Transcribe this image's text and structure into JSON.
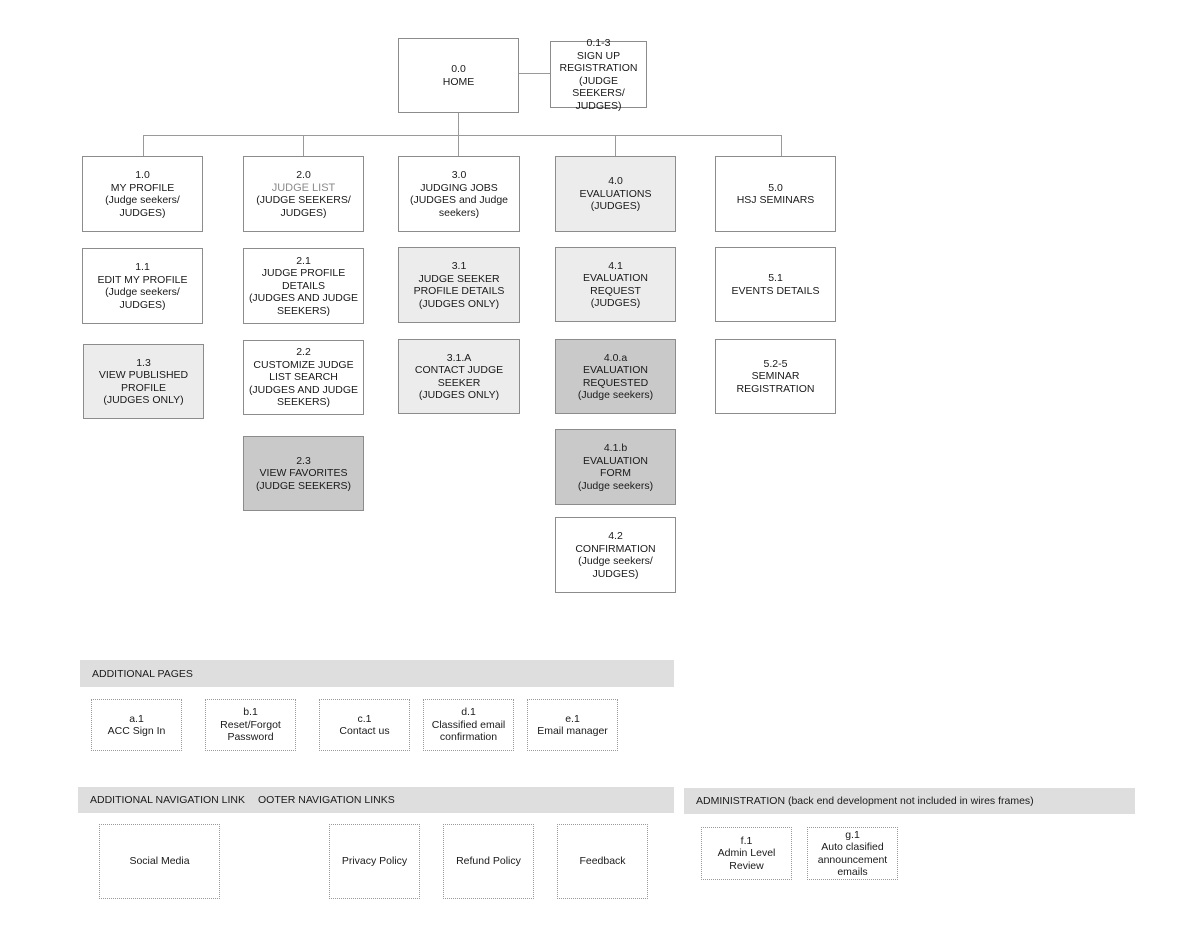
{
  "home": {
    "num": "0.0",
    "label": "HOME"
  },
  "signup": {
    "num": "0.1-3",
    "l1": "SIGN UP",
    "l2": "REGISTRATION",
    "l3": "(JUDGE SEEKERS/",
    "l4": "JUDGES)"
  },
  "profile": {
    "main": {
      "num": "1.0",
      "l1": "MY PROFILE",
      "l2": "(Judge seekers/",
      "l3": "JUDGES)"
    },
    "edit": {
      "num": "1.1",
      "l1": "EDIT MY PROFILE",
      "l2": "(Judge seekers/",
      "l3": "JUDGES)"
    },
    "published": {
      "num": "1.3",
      "l1": "VIEW PUBLISHED",
      "l2": "PROFILE",
      "l3": "(JUDGES ONLY)"
    }
  },
  "judgelist": {
    "main": {
      "num": "2.0",
      "l1": "JUDGE LIST",
      "l2": "(JUDGE SEEKERS/",
      "l3": "JUDGES)"
    },
    "details": {
      "num": "2.1",
      "l1": "JUDGE PROFILE",
      "l2": "DETAILS",
      "l3": "(JUDGES AND JUDGE",
      "l4": "SEEKERS)"
    },
    "customize": {
      "num": "2.2",
      "l1": "CUSTOMIZE JUDGE",
      "l2": "LIST SEARCH",
      "l3": "(JUDGES AND JUDGE",
      "l4": "SEEKERS)"
    },
    "favorites": {
      "num": "2.3",
      "l1": "VIEW FAVORITES",
      "l2": "(JUDGE SEEKERS)"
    }
  },
  "jobs": {
    "main": {
      "num": "3.0",
      "l1": "JUDGING JOBS",
      "l2": "(JUDGES and Judge",
      "l3": "seekers)"
    },
    "seeker": {
      "num": "3.1",
      "l1": "JUDGE SEEKER",
      "l2": "PROFILE DETAILS",
      "l3": "(JUDGES ONLY)"
    },
    "contact": {
      "num": "3.1.A",
      "l1": "CONTACT JUDGE",
      "l2": "SEEKER",
      "l3": "(JUDGES ONLY)"
    }
  },
  "evaluations": {
    "main": {
      "num": "4.0",
      "l1": "EVALUATIONS",
      "l2": "(JUDGES)"
    },
    "request": {
      "num": "4.1",
      "l1": "EVALUATION",
      "l2": "REQUEST",
      "l3": "(JUDGES)"
    },
    "requested": {
      "num": "4.0.a",
      "l1": "EVALUATION",
      "l2": "REQUESTED",
      "l3": "(Judge seekers)"
    },
    "form": {
      "num": "4.1.b",
      "l1": "EVALUATION",
      "l2": "FORM",
      "l3": "(Judge seekers)"
    },
    "confirm": {
      "num": "4.2",
      "l1": "CONFIRMATION",
      "l2": "(Judge seekers/",
      "l3": "JUDGES)"
    }
  },
  "seminars": {
    "main": {
      "num": "5.0",
      "l1": "HSJ SEMINARS"
    },
    "events": {
      "num": "5.1",
      "l1": "EVENTS DETAILS"
    },
    "registration": {
      "num": "5.2-5",
      "l1": "SEMINAR",
      "l2": "REGISTRATION"
    }
  },
  "additional_pages": {
    "title": "ADDITIONAL PAGES",
    "signin": {
      "num": "a.1",
      "l1": "ACC Sign In"
    },
    "reset": {
      "num": "b.1",
      "l1": "Reset/Forgot",
      "l2": "Password"
    },
    "contact": {
      "num": "c.1",
      "l1": "Contact us"
    },
    "classified": {
      "num": "d.1",
      "l1": "Classified email",
      "l2": "confirmation"
    },
    "email": {
      "num": "e.1",
      "l1": "Email manager"
    }
  },
  "additional_nav": {
    "title": "ADDITIONAL NAVIGATION LINK",
    "social": "Social Media"
  },
  "footer_nav": {
    "title": "OOTER NAVIGATION LINKS",
    "privacy": "Privacy Policy",
    "refund": "Refund Policy",
    "feedback": "Feedback"
  },
  "admin": {
    "title": "ADMINISTRATION (back end development not included in wires frames)",
    "review": {
      "num": "f.1",
      "l1": "Admin Level",
      "l2": "Review"
    },
    "auto": {
      "num": "g.1",
      "l1": "Auto clasified",
      "l2": "announcement",
      "l3": "emails"
    }
  },
  "colors": {
    "light_fill": "#ececec",
    "mid_fill": "#c9c9c9",
    "banner": "#dedede",
    "border": "#8c8c8c"
  }
}
